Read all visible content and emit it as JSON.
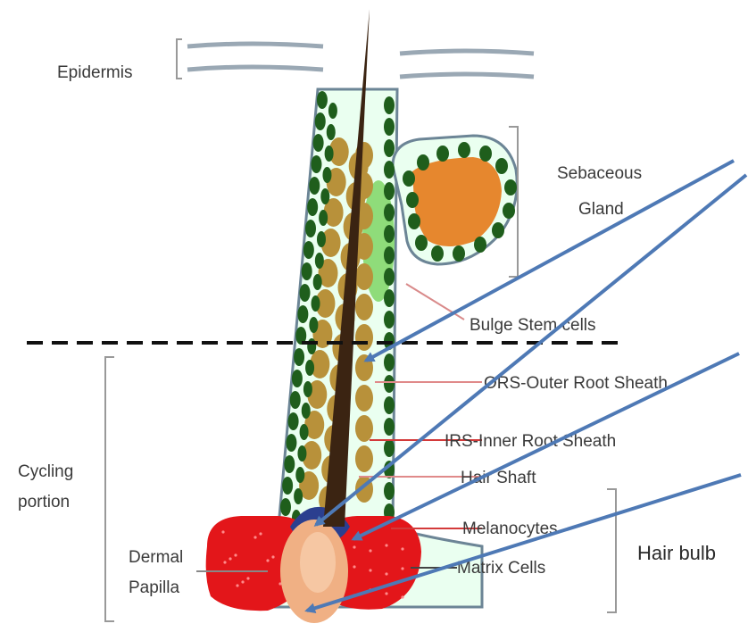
{
  "labels": {
    "epidermis": "Epidermis",
    "sebaceous_1": "Sebaceous",
    "sebaceous_2": "Gland",
    "bulge": "Bulge Stem cells",
    "ors": "ORS-Outer Root Sheath",
    "irs": "IRS-Inner Root Sheath",
    "hair_shaft": "Hair Shaft",
    "melanocytes": "Melanocytes",
    "matrix": "Matrix Cells",
    "cycling_1": "Cycling",
    "cycling_2": "portion",
    "dermal_1": "Dermal",
    "dermal_2": "Papilla",
    "hair_bulb": "Hair bulb"
  },
  "colors": {
    "shaft": "#3b2412",
    "sheath_tan": "#b8913a",
    "cell_green": "#1f5e1c",
    "sheath_fill": "#eafff0",
    "epidermis": "#9aa8b4",
    "sebum": "#e6872e",
    "bulge_green": "#8fdc7a",
    "matrix_red": "#e3161a",
    "papilla": "#f0b084",
    "melanocyte_blue": "#2b3f8f",
    "leader_pink": "#d98a8a",
    "arrow_blue": "#4e79b5"
  }
}
